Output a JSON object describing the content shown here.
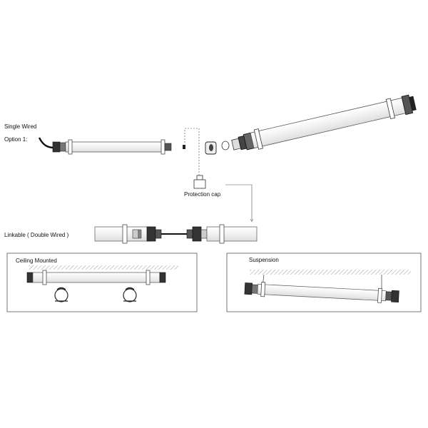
{
  "labels": {
    "single_wired": "Single Wired",
    "option_1": "Option 1:",
    "protection_cap": "Protection cap",
    "linkable": "Linkable ( Double Wired )",
    "ceiling_mounted": "Ceiling Mounted",
    "suspension": "Suspension"
  },
  "colors": {
    "line": "#333333",
    "tube_fill": "#f4f4f4",
    "dark_part": "#222222",
    "hatch": "#9a9a9a"
  }
}
